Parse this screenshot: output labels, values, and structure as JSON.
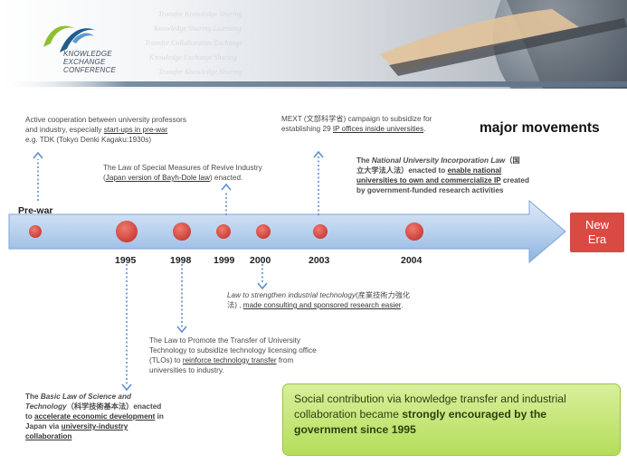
{
  "logo": {
    "lines": [
      "KNOWLEDGE",
      "EXCHANGE",
      "CONFERENCE"
    ]
  },
  "title": "major movements",
  "new_era": {
    "line1": "New",
    "line2": "Era"
  },
  "timeline_labels": {
    "prewar": "Pre-war",
    "y1995": "1995",
    "y1998": "1998",
    "y1999": "1999",
    "y2000": "2000",
    "y2003": "2003",
    "y2004": "2004"
  },
  "notes": {
    "prewar": {
      "line1": "Active cooperation between university professors",
      "line2_a": "and industry,  especially ",
      "line2_u": "start-ups in pre-war",
      "line3": "e.g. TDK (Tokyo Denki Kagaku:1930s)"
    },
    "n1999": {
      "line1": "The Law of Special Measures of Revive Industry",
      "line2_a": "(",
      "line2_u": "Japan version of Bayh-Dole law",
      "line2_b": ") enacted."
    },
    "n2003": {
      "line1": "MEXT (文部科学省) campaign to subsidize for",
      "line2_a": "establishing 29 ",
      "line2_u": "IP offices inside universities",
      "line2_b": "."
    },
    "n2004": {
      "l1_a": "The ",
      "l1_i": "National University Incorporation Law",
      "l1_b": "（国",
      "l2_a": "立大学法人法",
      "l2_b": "）enacted to ",
      "l2_u": "enable national",
      "l3_u": "universities to own and commercialize IP",
      "l3_b": " created",
      "l4": "by government-funded research activities"
    },
    "n2000": {
      "line1_i": "Law to strengthen industrial technology",
      "line1_b": "(産業技術力強化",
      "line2_a": "法) , ",
      "line2_u": "made consulting and sponsored research easier",
      "line2_b": "."
    },
    "n1998": {
      "line1": "The Law to Promote the Transfer of University",
      "line2": "Technology to subsidize technology licensing office",
      "line3_a": "(TLOs) to ",
      "line3_u": "reinforce technology transfer",
      "line3_b": " from",
      "line4": "universities to industry."
    },
    "n1995": {
      "l1_a": "The ",
      "l1_i": "Basic Law of Science and",
      "l2_i": "Technology",
      "l2_b": "（科学技術基本法）enacted",
      "l3_a": "to ",
      "l3_u": "accelerate economic development",
      "l3_b": " in",
      "l4_a": "Japan via ",
      "l4_u": "university-industry",
      "l5_u": "collaboration"
    }
  },
  "callout": {
    "normal": "Social contribution via knowledge transfer and industrial collaboration became ",
    "bold": "strongly encouraged by the government since 1995"
  },
  "colors": {
    "accent_red": "#d94a43",
    "arrow_blue": "#8fb8e6",
    "callout_green": "#b5de5a"
  }
}
